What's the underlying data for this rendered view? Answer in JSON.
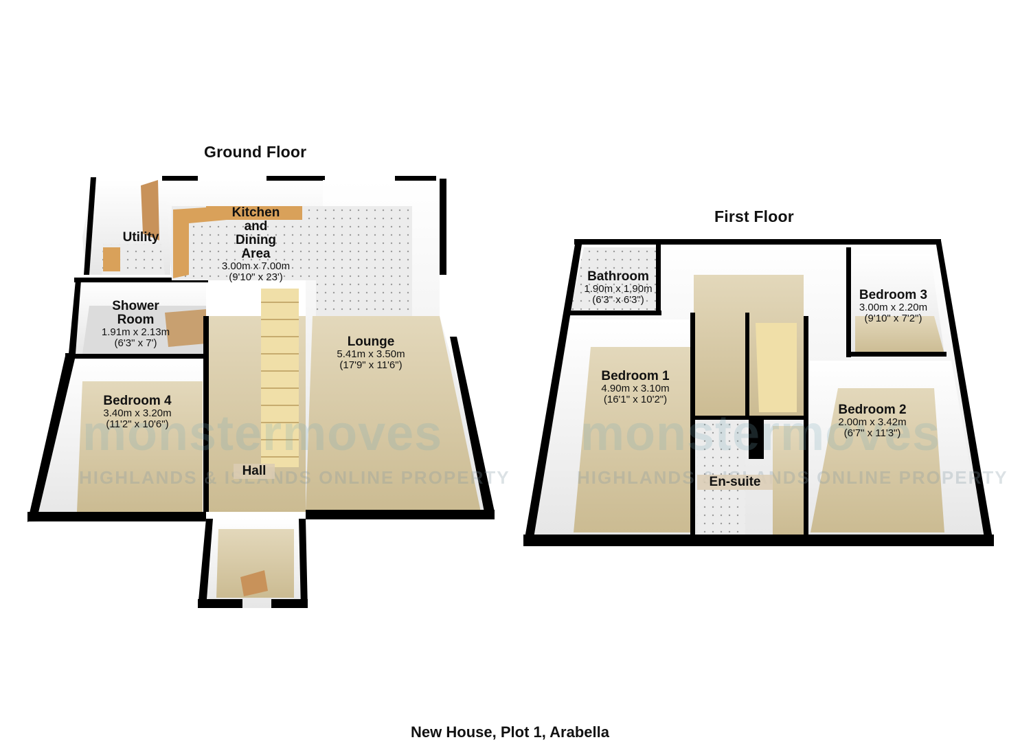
{
  "floors": {
    "ground": {
      "title": "Ground Floor"
    },
    "first": {
      "title": "First Floor"
    }
  },
  "rooms": {
    "kitchen": {
      "name_line1": "Kitchen",
      "name_line2": "and",
      "name_line3": "Dining",
      "name_line4": "Area",
      "metric": "3.00m x 7.00m",
      "imperial": "(9'10\" x 23')"
    },
    "utility": {
      "name": "Utility"
    },
    "shower": {
      "name_line1": "Shower",
      "name_line2": "Room",
      "metric": "1.91m x 2.13m",
      "imperial": "(6'3\" x 7')"
    },
    "lounge": {
      "name": "Lounge",
      "metric": "5.41m x 3.50m",
      "imperial": "(17'9\" x 11'6\")"
    },
    "bedroom4": {
      "name": "Bedroom 4",
      "metric": "3.40m x 3.20m",
      "imperial": "(11'2\" x 10'6\")"
    },
    "hall": {
      "name": "Hall"
    },
    "bathroom": {
      "name": "Bathroom",
      "metric": "1.90m x 1.90m",
      "imperial": "(6'3\" x 6'3\")"
    },
    "bedroom3": {
      "name": "Bedroom 3",
      "metric": "3.00m x 2.20m",
      "imperial": "(9'10\" x 7'2\")"
    },
    "bedroom1": {
      "name": "Bedroom 1",
      "metric": "4.90m x 3.10m",
      "imperial": "(16'1\" x 10'2\")"
    },
    "bedroom2": {
      "name": "Bedroom 2",
      "metric": "2.00m x 3.42m",
      "imperial": "(6'7\" x 11'3\")"
    },
    "ensuite": {
      "name": "En-suite"
    }
  },
  "watermark": {
    "brand": "monstermoves",
    "tagline": "HIGHLANDS & ISLANDS ONLINE PROPERTY"
  },
  "footer": {
    "caption": "New House, Plot 1, Arabella"
  },
  "colors": {
    "wall": "#000000",
    "floor_carpet": "#d8cba8",
    "floor_tile": "#e8e8e8",
    "worktop": "#d9a15a",
    "stairs": "#f0dfa8",
    "wall_face": "#ffffff"
  }
}
